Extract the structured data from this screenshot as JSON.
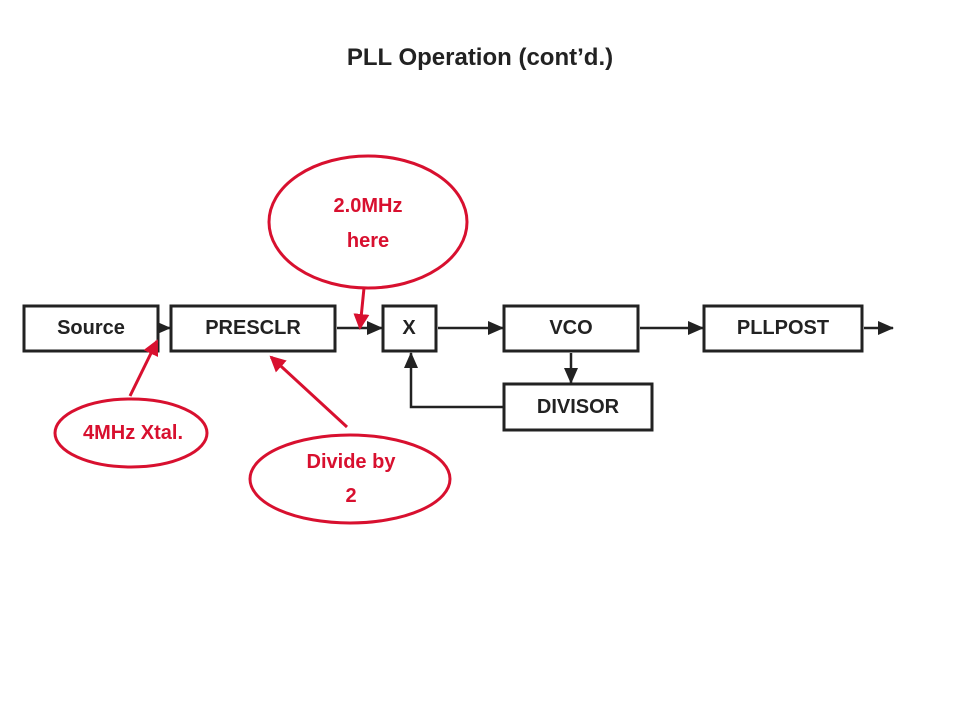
{
  "title": "PLL Operation (cont’d.)",
  "colors": {
    "block_stroke": "#222222",
    "callout": "#d8102f",
    "background": "#ffffff"
  },
  "blocks": {
    "source": "Source",
    "prescaler": "PRESCLR",
    "multiplier": "X",
    "vco": "VCO",
    "pllpost": "PLLPOST",
    "divisor": "DIVISOR"
  },
  "callouts": {
    "freq_after_prescaler": {
      "line1": "2.0MHz",
      "line2": "here"
    },
    "crystal": {
      "line1": "4MHz Xtal."
    },
    "prescaler_ratio": {
      "line1": "Divide by",
      "line2": "2"
    }
  },
  "connections": [
    {
      "from": "source",
      "to": "prescaler"
    },
    {
      "from": "prescaler",
      "to": "multiplier"
    },
    {
      "from": "multiplier",
      "to": "vco"
    },
    {
      "from": "vco",
      "to": "pllpost"
    },
    {
      "from": "pllpost",
      "to": "output"
    },
    {
      "from": "vco",
      "to": "divisor"
    },
    {
      "from": "divisor",
      "to": "multiplier"
    }
  ]
}
